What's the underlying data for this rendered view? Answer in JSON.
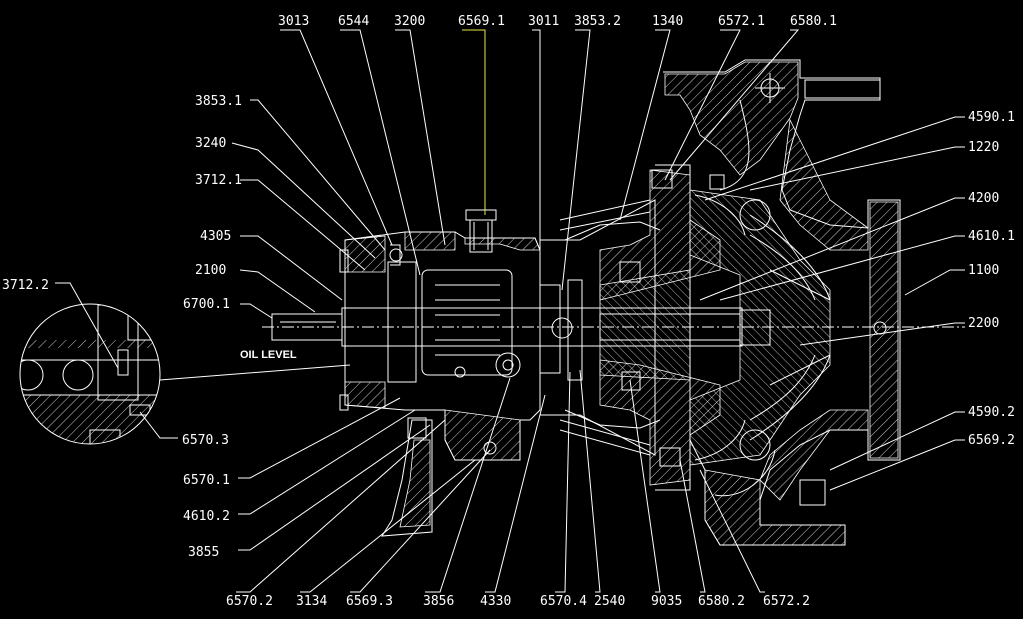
{
  "labels": {
    "l3013": "3013",
    "l6544": "6544",
    "l3200": "3200",
    "l6569_1": "6569.1",
    "l3011": "3011",
    "l3853_2": "3853.2",
    "l1340": "1340",
    "l6572_1": "6572.1",
    "l6580_1": "6580.1",
    "l3853_1": "3853.1",
    "l3240": "3240",
    "l3712_1": "3712.1",
    "l4305": "4305",
    "l2100": "2100",
    "l6700_1": "6700.1",
    "l3712_2": "3712.2",
    "l6570_3": "6570.3",
    "l6570_1": "6570.1",
    "l4610_2": "4610.2",
    "l3855": "3855",
    "l4590_1": "4590.1",
    "l1220": "1220",
    "l4200": "4200",
    "l4610_1": "4610.1",
    "l1100": "1100",
    "l2200": "2200",
    "l4590_2": "4590.2",
    "l6569_2": "6569.2",
    "l6570_2": "6570.2",
    "l3134": "3134",
    "l6569_3": "6569.3",
    "l3856": "3856",
    "l4330": "4330",
    "l6570_4": "6570.4",
    "l2540": "2540",
    "l9035": "9035",
    "l6580_2": "6580.2",
    "l6572_2": "6572.2",
    "oil_level": "OIL LEVEL"
  },
  "colors": {
    "background": "#000000",
    "lines": "#ffffff",
    "accent": "#e8e84a"
  }
}
